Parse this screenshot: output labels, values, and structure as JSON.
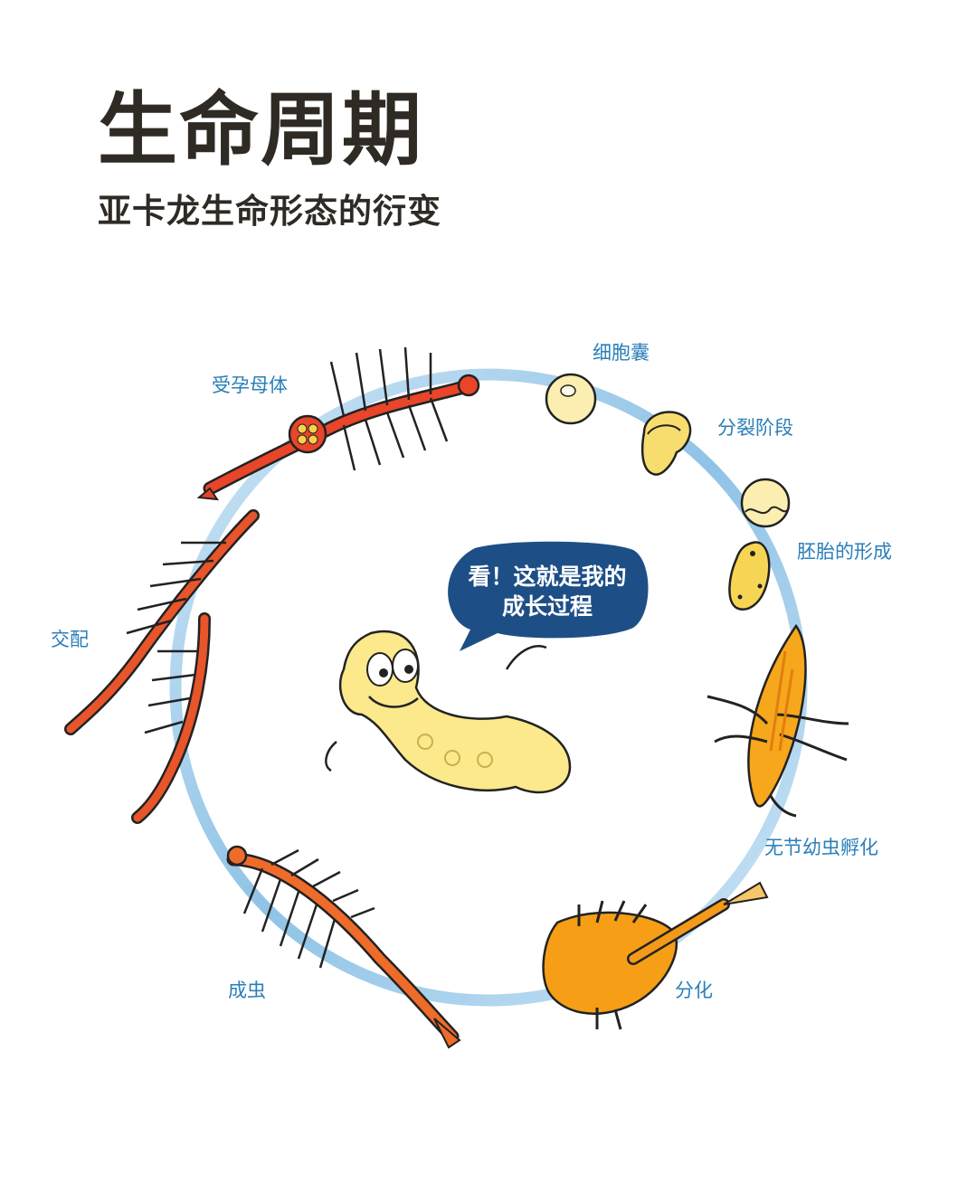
{
  "header": {
    "title": "生命周期",
    "subtitle": "亚卡龙生命形态的衍变"
  },
  "cycle": {
    "stages": [
      {
        "id": "cyst",
        "label": "细胞囊"
      },
      {
        "id": "cleavage",
        "label": "分裂阶段"
      },
      {
        "id": "embryo",
        "label": "胚胎的形成"
      },
      {
        "id": "nauplius",
        "label": "无节幼虫孵化"
      },
      {
        "id": "differentiation",
        "label": "分化"
      },
      {
        "id": "adult",
        "label": "成虫"
      },
      {
        "id": "mating",
        "label": "交配"
      },
      {
        "id": "gravid",
        "label": "受孕母体"
      }
    ]
  },
  "mascot": {
    "speech_line1": "看！这就是我的",
    "speech_line2": "成长过程"
  },
  "colors": {
    "title": "#2f2a24",
    "label": "#2a7fb8",
    "ring": "#8fc3e6",
    "bubble": "#1d4f86",
    "creature_red": "#e8522a",
    "creature_orange": "#f39a1a",
    "egg": "#f7dd6e",
    "mascot": "#fbe98b"
  }
}
